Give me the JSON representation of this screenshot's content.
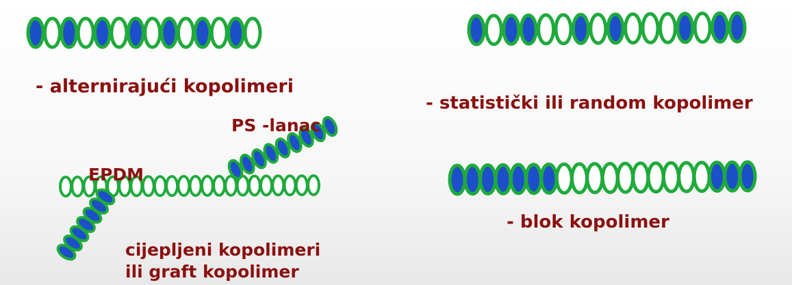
{
  "labels": {
    "alternating": "- alternirajući kopolimeri",
    "random": "- statistički ili random kopolimer",
    "ps_chain": "PS -lanac",
    "epdm": "EPDM",
    "block": "- blok kopolimer",
    "graft_line1": "cijepljeni kopolimeri",
    "graft_line2": "ili graft kopolimer"
  },
  "chains": {
    "alternating": "BWBWBWBWBWBWBW",
    "random": "BWBBWWBWBWWWBWBB",
    "block": "BBBBBBBWWWWWWWWWWBBB",
    "graft_backbone": "WWWWWWWWWWWWWWWWWWWWWW",
    "graft_ps_branch": "BBBBBBBBB",
    "graft_epdm_branch": "BBBBBBB"
  },
  "colors": {
    "label": "#8b1010",
    "ring": "#1faa3c",
    "fill": "#1c4fc9",
    "empty": "#ffffff"
  }
}
